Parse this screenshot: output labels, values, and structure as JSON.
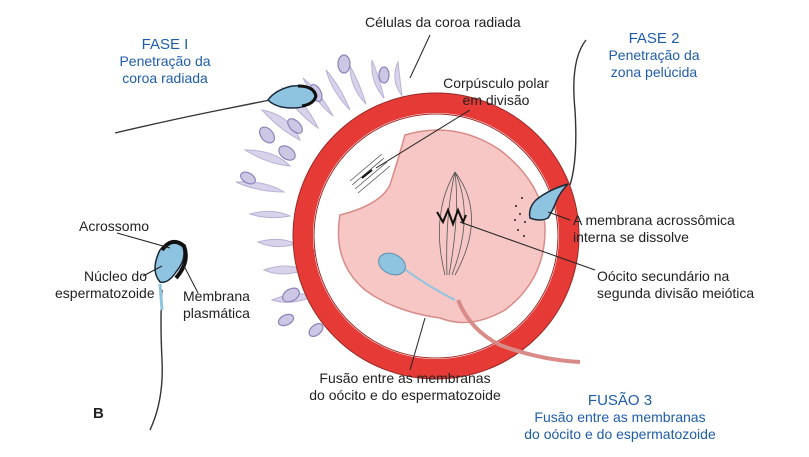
{
  "diagram": {
    "phase1": {
      "title": "FASE I",
      "line1": "Penetração da",
      "line2": "coroa radiada"
    },
    "phase2": {
      "title": "FASE 2",
      "line1": "Penetração da",
      "line2": "zona pelúcida"
    },
    "phase3": {
      "title": "FUSÃO 3",
      "line1": "Fusão entre as membranas",
      "line2": "do oócito e do espermatozoide"
    },
    "labels": {
      "corona_cells": "Células da coroa radiada",
      "polar_body_1": "Corpúsculo polar",
      "polar_body_2": "em divisão",
      "acrosomal_membrane_1": "A membrana acrossômica",
      "acrosomal_membrane_2": "interna se dissolve",
      "secondary_oocyte_1": "Oócito secundário na",
      "secondary_oocyte_2": "segunda divisão meiótica",
      "fusion_1": "Fusão entre as membranas",
      "fusion_2": "do oócito e do espermatozoide",
      "acrosome": "Acrossomo",
      "sperm_nucleus_1": "Núcleo do",
      "sperm_nucleus_2": "espermatozoide",
      "plasma_membrane_1": "Membrana",
      "plasma_membrane_2": "plasmática",
      "panel_letter": "B"
    },
    "colors": {
      "zona_pellucida": "#e53a35",
      "oocyte_fill": "#f6c7c4",
      "oocyte_stroke": "#d98b88",
      "corona": "#c9c3e0",
      "sperm_head": "#8fc4e0",
      "phase_text": "#1f5da8"
    }
  }
}
